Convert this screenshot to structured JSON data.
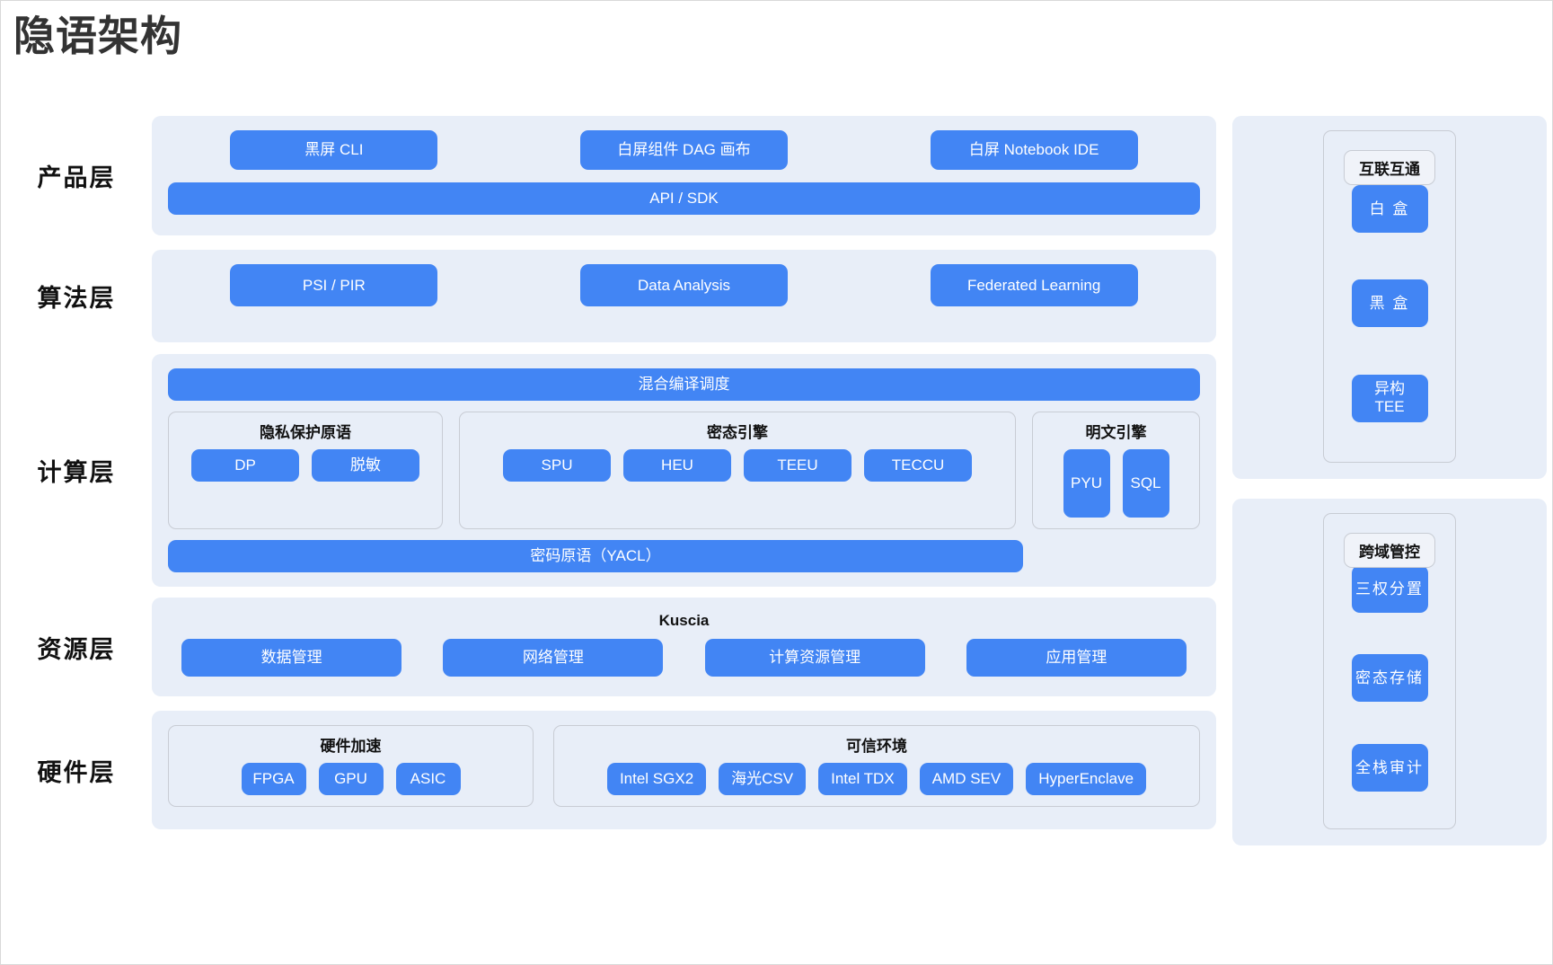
{
  "title": "隐语架构",
  "colors": {
    "accent": "#4285f4",
    "panel_bg": "#e8eef8",
    "sub_border": "#c8ccd4",
    "page_bg": "#ffffff",
    "text": "#111111"
  },
  "layers": [
    {
      "id": "product",
      "label": "产品层",
      "top_items": [
        "黑屏 CLI",
        "白屏组件 DAG 画布",
        "白屏 Notebook IDE"
      ],
      "full_bar": "API / SDK"
    },
    {
      "id": "algorithm",
      "label": "算法层",
      "items": [
        "PSI / PIR",
        "Data Analysis",
        "Federated Learning"
      ]
    },
    {
      "id": "compute",
      "label": "计算层",
      "top_bar": "混合编译调度",
      "groups": [
        {
          "title": "隐私保护原语",
          "items": [
            "DP",
            "脱敏"
          ]
        },
        {
          "title": "密态引擎",
          "items": [
            "SPU",
            "HEU",
            "TEEU",
            "TECCU"
          ]
        },
        {
          "title": "明文引擎",
          "items": [
            "PYU",
            "SQL"
          ]
        }
      ],
      "bottom_bar": "密码原语（YACL）"
    },
    {
      "id": "resource",
      "label": "资源层",
      "group_title": "Kuscia",
      "items": [
        "数据管理",
        "网络管理",
        "计算资源管理",
        "应用管理"
      ]
    },
    {
      "id": "hardware",
      "label": "硬件层",
      "groups": [
        {
          "title": "硬件加速",
          "items": [
            "FPGA",
            "GPU",
            "ASIC"
          ]
        },
        {
          "title": "可信环境",
          "items": [
            "Intel SGX2",
            "海光CSV",
            "Intel TDX",
            "AMD SEV",
            "HyperEnclave"
          ]
        }
      ]
    }
  ],
  "side_panels": [
    {
      "id": "interop",
      "title": "互联互通",
      "items": [
        {
          "text": "白 盒",
          "two_line": false
        },
        {
          "text": "黑 盒",
          "two_line": false
        },
        {
          "text": "异构\nTEE",
          "line1": "异构",
          "line2": "TEE",
          "two_line": true
        }
      ]
    },
    {
      "id": "governance",
      "title": "跨域管控",
      "items": [
        {
          "text": "三权分置",
          "two_line": false
        },
        {
          "text": "密态存储",
          "two_line": false
        },
        {
          "text": "全栈审计",
          "two_line": false
        }
      ]
    }
  ]
}
